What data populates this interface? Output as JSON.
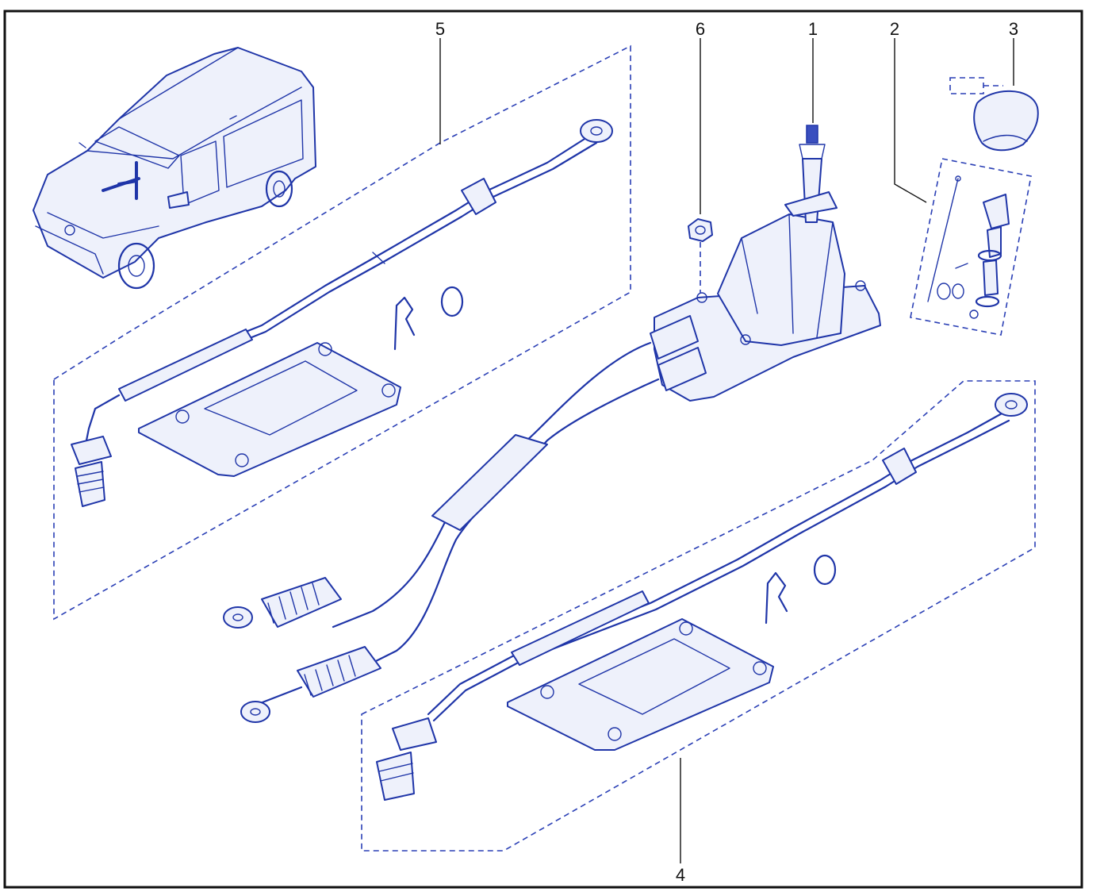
{
  "diagram": {
    "ink_color": "#1f35a8",
    "frame_color": "#111111",
    "callouts": [
      {
        "id": "callout-1",
        "label": "1"
      },
      {
        "id": "callout-2",
        "label": "2"
      },
      {
        "id": "callout-3",
        "label": "3"
      },
      {
        "id": "callout-4",
        "label": "4"
      },
      {
        "id": "callout-5",
        "label": "5"
      },
      {
        "id": "callout-6",
        "label": "6"
      }
    ]
  }
}
